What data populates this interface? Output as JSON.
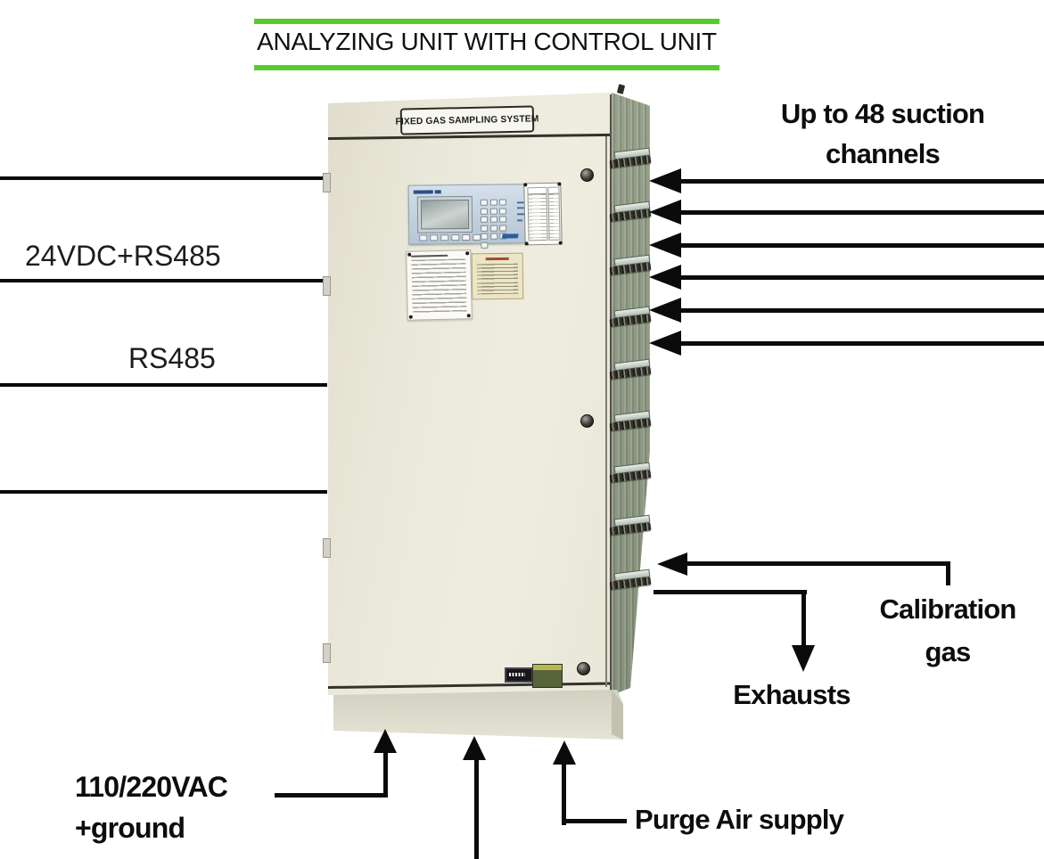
{
  "title": "ANALYZING UNIT WITH CONTROL UNIT",
  "cabinet": {
    "nameplate": "FIXED GAS SAMPLING SYSTEM",
    "connector_rows": 9,
    "door_knobs": 3,
    "colors": {
      "accent_green": "#57cb2d",
      "front_panel": "#eae8da",
      "side_panel": "#8d9983",
      "base": "#d8d6c7",
      "control_panel": "#c6d4e1",
      "line_black": "#0b0b0b"
    }
  },
  "annotations": {
    "left": [
      {
        "label": "24VDC+RS485"
      },
      {
        "label": "RS485"
      }
    ],
    "suction": {
      "line1": "Up to 48 suction",
      "line2": "channels",
      "arrow_count": 6
    },
    "calibration": {
      "line1": "Calibration",
      "line2": "gas"
    },
    "exhausts": {
      "label": "Exhausts"
    },
    "power": {
      "line1": "110/220VAC",
      "line2": "+ground"
    },
    "purge": {
      "label": "Purge Air supply"
    }
  }
}
